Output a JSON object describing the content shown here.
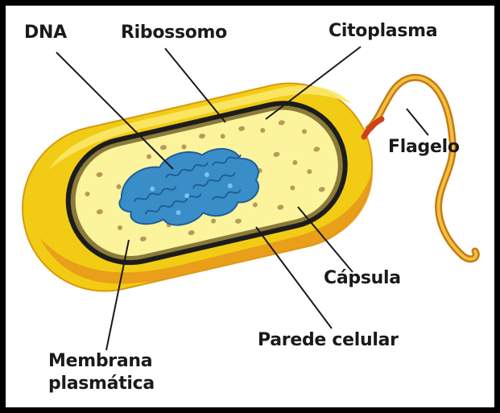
{
  "labels": {
    "dna": "DNA",
    "ribossomo": "Ribossomo",
    "citoplasma": "Citoplasma",
    "flagelo": "Flagelo",
    "capsula": "Cápsula",
    "parede_celular": "Parede celular",
    "membrana_line1": "Membrana",
    "membrana_line2": "plasmática"
  },
  "colors": {
    "capsule": "#f2cc14",
    "capsule_dark": "#e8961a",
    "capsule_highlight": "#fbe86a",
    "cell_wall": "#1c1c1c",
    "membrane": "#8c7a3a",
    "cytoplasm": "#fbf49c",
    "dna": "#3a8ec8",
    "dna_dark": "#1f5f9a",
    "ribosome": "#b89a5a",
    "flagellum": "#e8a020",
    "frame": "#000000"
  },
  "icons": [
    "bacterium-diagram"
  ]
}
